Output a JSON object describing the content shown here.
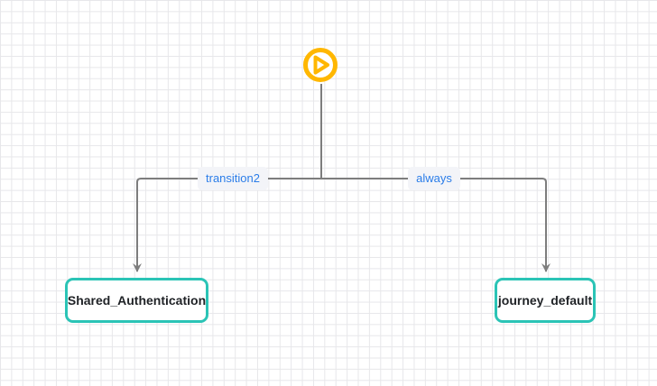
{
  "diagram": {
    "type": "journey-flow",
    "start_node": {
      "icon": "play-icon"
    },
    "edges": [
      {
        "label": "transition2",
        "from": "start",
        "to": "Shared_Authentication"
      },
      {
        "label": "always",
        "from": "start",
        "to": "journey_default"
      }
    ],
    "nodes": [
      {
        "label": "Shared_Authentication"
      },
      {
        "label": "journey_default"
      }
    ],
    "colors": {
      "start_accent": "#FFB700",
      "node_border": "#2BC4B6",
      "edge_label_text": "#2B7DE9",
      "edge_label_bg": "#F3F4F8",
      "connector": "#7D7D7D",
      "node_text": "#1F2226",
      "grid_line": "#E7E7EA",
      "background": "#FFFFFF"
    }
  }
}
